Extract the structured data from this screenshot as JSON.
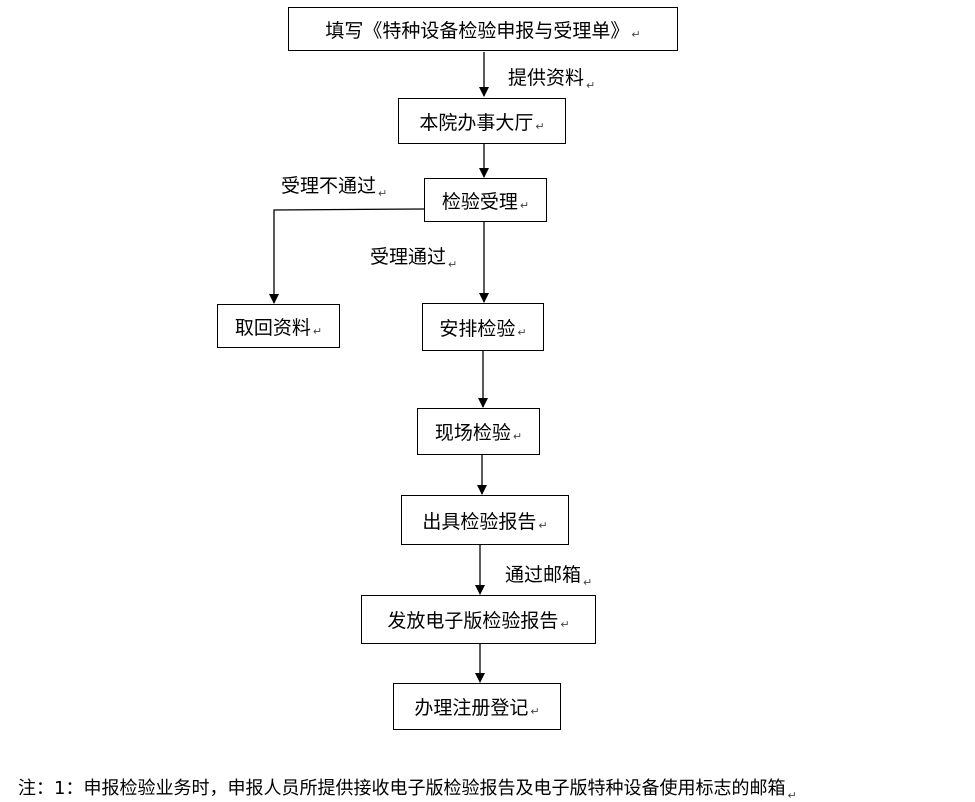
{
  "paragraph_mark": "↵",
  "nodes": {
    "fill_form": "填写《特种设备检验申报与受理单》",
    "office_hall": "本院办事大厅",
    "acceptance": "检验受理",
    "retrieve": "取回资料",
    "arrange": "安排检验",
    "onsite": "现场检验",
    "report": "出具检验报告",
    "e_report": "发放电子版检验报告",
    "register": "办理注册登记"
  },
  "edges": {
    "provide_materials": "提供资料",
    "rejected": "受理不通过",
    "accepted": "受理通过",
    "via_email": "通过邮箱"
  },
  "note": "注：1：申报检验业务时，申报人员所提供接收电子版检验报告及电子版特种设备使用标志的邮箱"
}
